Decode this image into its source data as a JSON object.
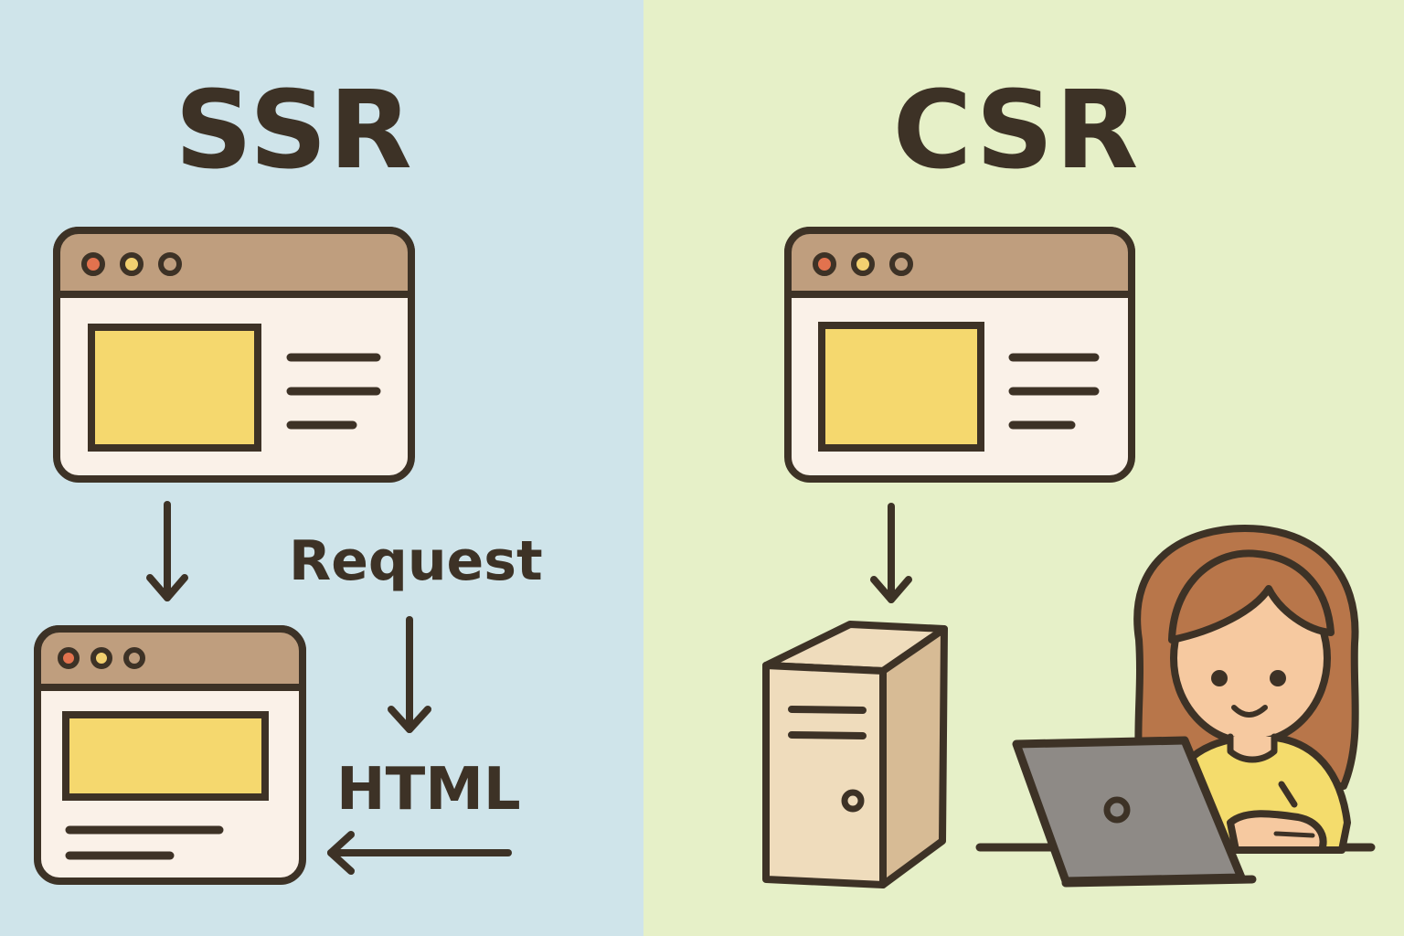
{
  "colors": {
    "ssr_background": "#cfe4ea",
    "csr_background": "#e6f0c8",
    "outline": "#3d3226",
    "titlebar": "#bf9e7e",
    "window_body": "#faf1e8",
    "content_block": "#f5d86e",
    "server": "#efdcbc",
    "server_side": "#d7bb95",
    "laptop": "#8e8a86",
    "hair": "#b8764a",
    "skin": "#f6c9a0",
    "shirt": "#f4dc6c",
    "dot_red": "#e2724e",
    "dot_yellow": "#f2d070"
  },
  "ssr": {
    "title": "SSR",
    "request_label": "Request",
    "html_label": "HTML"
  },
  "csr": {
    "title": "CSR"
  },
  "icons": [
    "browser-window-icon",
    "arrow-down-icon",
    "arrow-left-icon",
    "server-tower-icon",
    "laptop-icon",
    "girl-user-icon"
  ]
}
